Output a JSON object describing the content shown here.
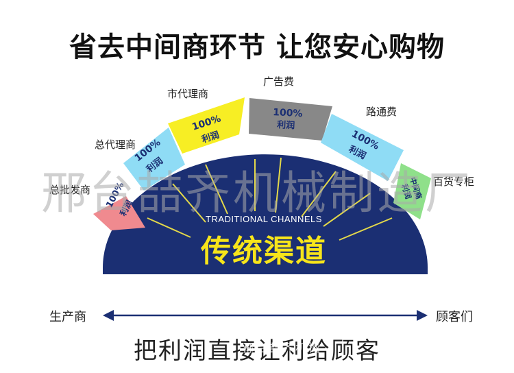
{
  "title": "省去中间商环节 让您安心购物",
  "colors": {
    "dome": "#1b2f73",
    "ray": "#e3d84a"
  },
  "segments": [
    {
      "label": "总批发商",
      "percent": "100%",
      "profit": "利润",
      "color": "#f08a8f"
    },
    {
      "label": "总代理商",
      "percent": "100%",
      "profit": "利润",
      "color": "#8fdcf5"
    },
    {
      "label": "市代理商",
      "percent": "100%",
      "profit": "利润",
      "color": "#f7ee24"
    },
    {
      "label": "广告费",
      "percent": "100%",
      "profit": "利润",
      "color": "#888888"
    },
    {
      "label": "路通费",
      "percent": "100%",
      "profit": "利润",
      "color": "#8fdcf5"
    },
    {
      "label": "百货专柜",
      "percent": "中间商",
      "profit": "利润",
      "color": "#8fe08a"
    }
  ],
  "watermark": "邢台喆齐机械制造厂",
  "channels": {
    "en": "TRADITIONAL CHANNELS",
    "zh": "传统渠道"
  },
  "axis": {
    "left": "生产商",
    "right": "顾客们"
  },
  "footer": "把利润直接让利给顾客",
  "footer_watermark": "邢台喆齐机械"
}
